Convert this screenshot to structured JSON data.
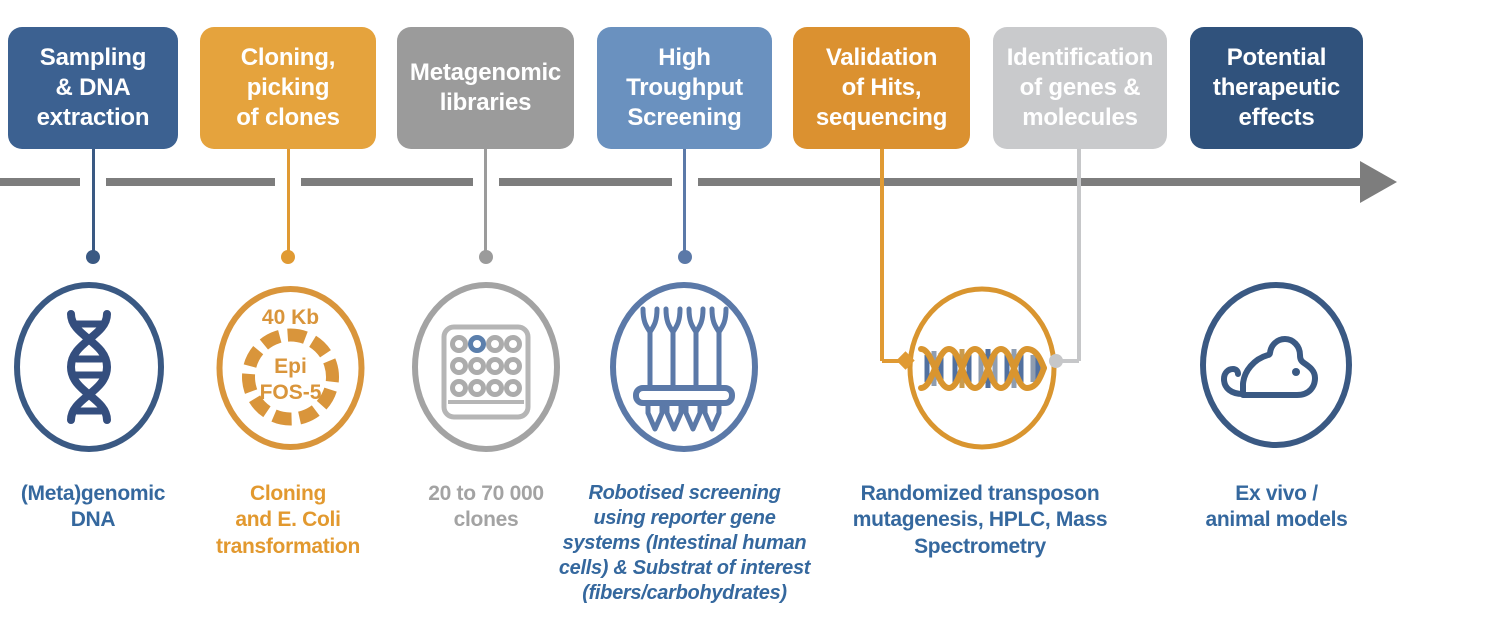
{
  "diagram": {
    "name": "metagenomics-screening-pipeline",
    "background_color": "#ffffff",
    "timeline": {
      "direction": "right",
      "color": "#7d7d7d"
    },
    "steps": [
      {
        "box_label": "Sampling\n& DNA\nextraction",
        "box_color": "#3c6191",
        "text_color": "#ffffff",
        "connector_color": "#3a5983",
        "icon": "dna-helix-icon",
        "caption": "(Meta)genomic\nDNA",
        "caption_color": "#35689e"
      },
      {
        "box_label": "Cloning,\npicking\nof clones",
        "box_color": "#e5a33d",
        "text_color": "#ffffff",
        "connector_color": "#e09a33",
        "icon": "plasmid-map-icon",
        "caption": "Cloning\nand E. Coli\ntransformation",
        "caption_color": "#e2992f"
      },
      {
        "box_label": "Metagenomic\nlibraries",
        "box_color": "#9b9b9b",
        "text_color": "#ffffff",
        "connector_color": "#9b9b9b",
        "icon": "microplate-icon",
        "caption": "20 to 70 000\nclones",
        "caption_color": "#a3a3a3"
      },
      {
        "box_label": "High\nTroughput\nScreening",
        "box_color": "#6a91bf",
        "text_color": "#ffffff",
        "connector_color": "#5b79a8",
        "icon": "pin-replicator-icon",
        "caption": "Robotised screening\nusing reporter gene\nsystems (Intestinal human\ncells) & Substrat of interest\n(fibers/carbohydrates)",
        "caption_color": "#35689e"
      },
      {
        "box_label": "Validation\nof Hits,\nsequencing",
        "box_color": "#db9130",
        "text_color": "#ffffff",
        "connector_color": "#e09a33",
        "icon": "dna-strand-horizontal-icon",
        "caption": "Randomized transposon\nmutagenesis, HPLC, Mass\nSpectrometry",
        "caption_color": "#35689e"
      },
      {
        "box_label": "Identification\nof genes &\nmolecules",
        "box_color": "#c9cacc",
        "text_color": "#ffffff",
        "connector_color": "#c6c7c9",
        "icon": null,
        "caption": null,
        "caption_color": null
      },
      {
        "box_label": "Potential\ntherapeutic\neffects",
        "box_color": "#30527c",
        "text_color": "#ffffff",
        "connector_color": null,
        "icon": "mouse-icon",
        "caption": "Ex vivo /\nanimal models",
        "caption_color": "#35689e"
      }
    ],
    "plasmid": {
      "size_label": "40 Kb",
      "name_line1": "Epi",
      "name_line2": "FOS-5",
      "color": "#d9953b"
    },
    "icon_colors": {
      "navy": "#3a5983",
      "gray": "#a3a3a3",
      "steel_blue": "#5b79a8",
      "orange": "#d9952f"
    }
  }
}
